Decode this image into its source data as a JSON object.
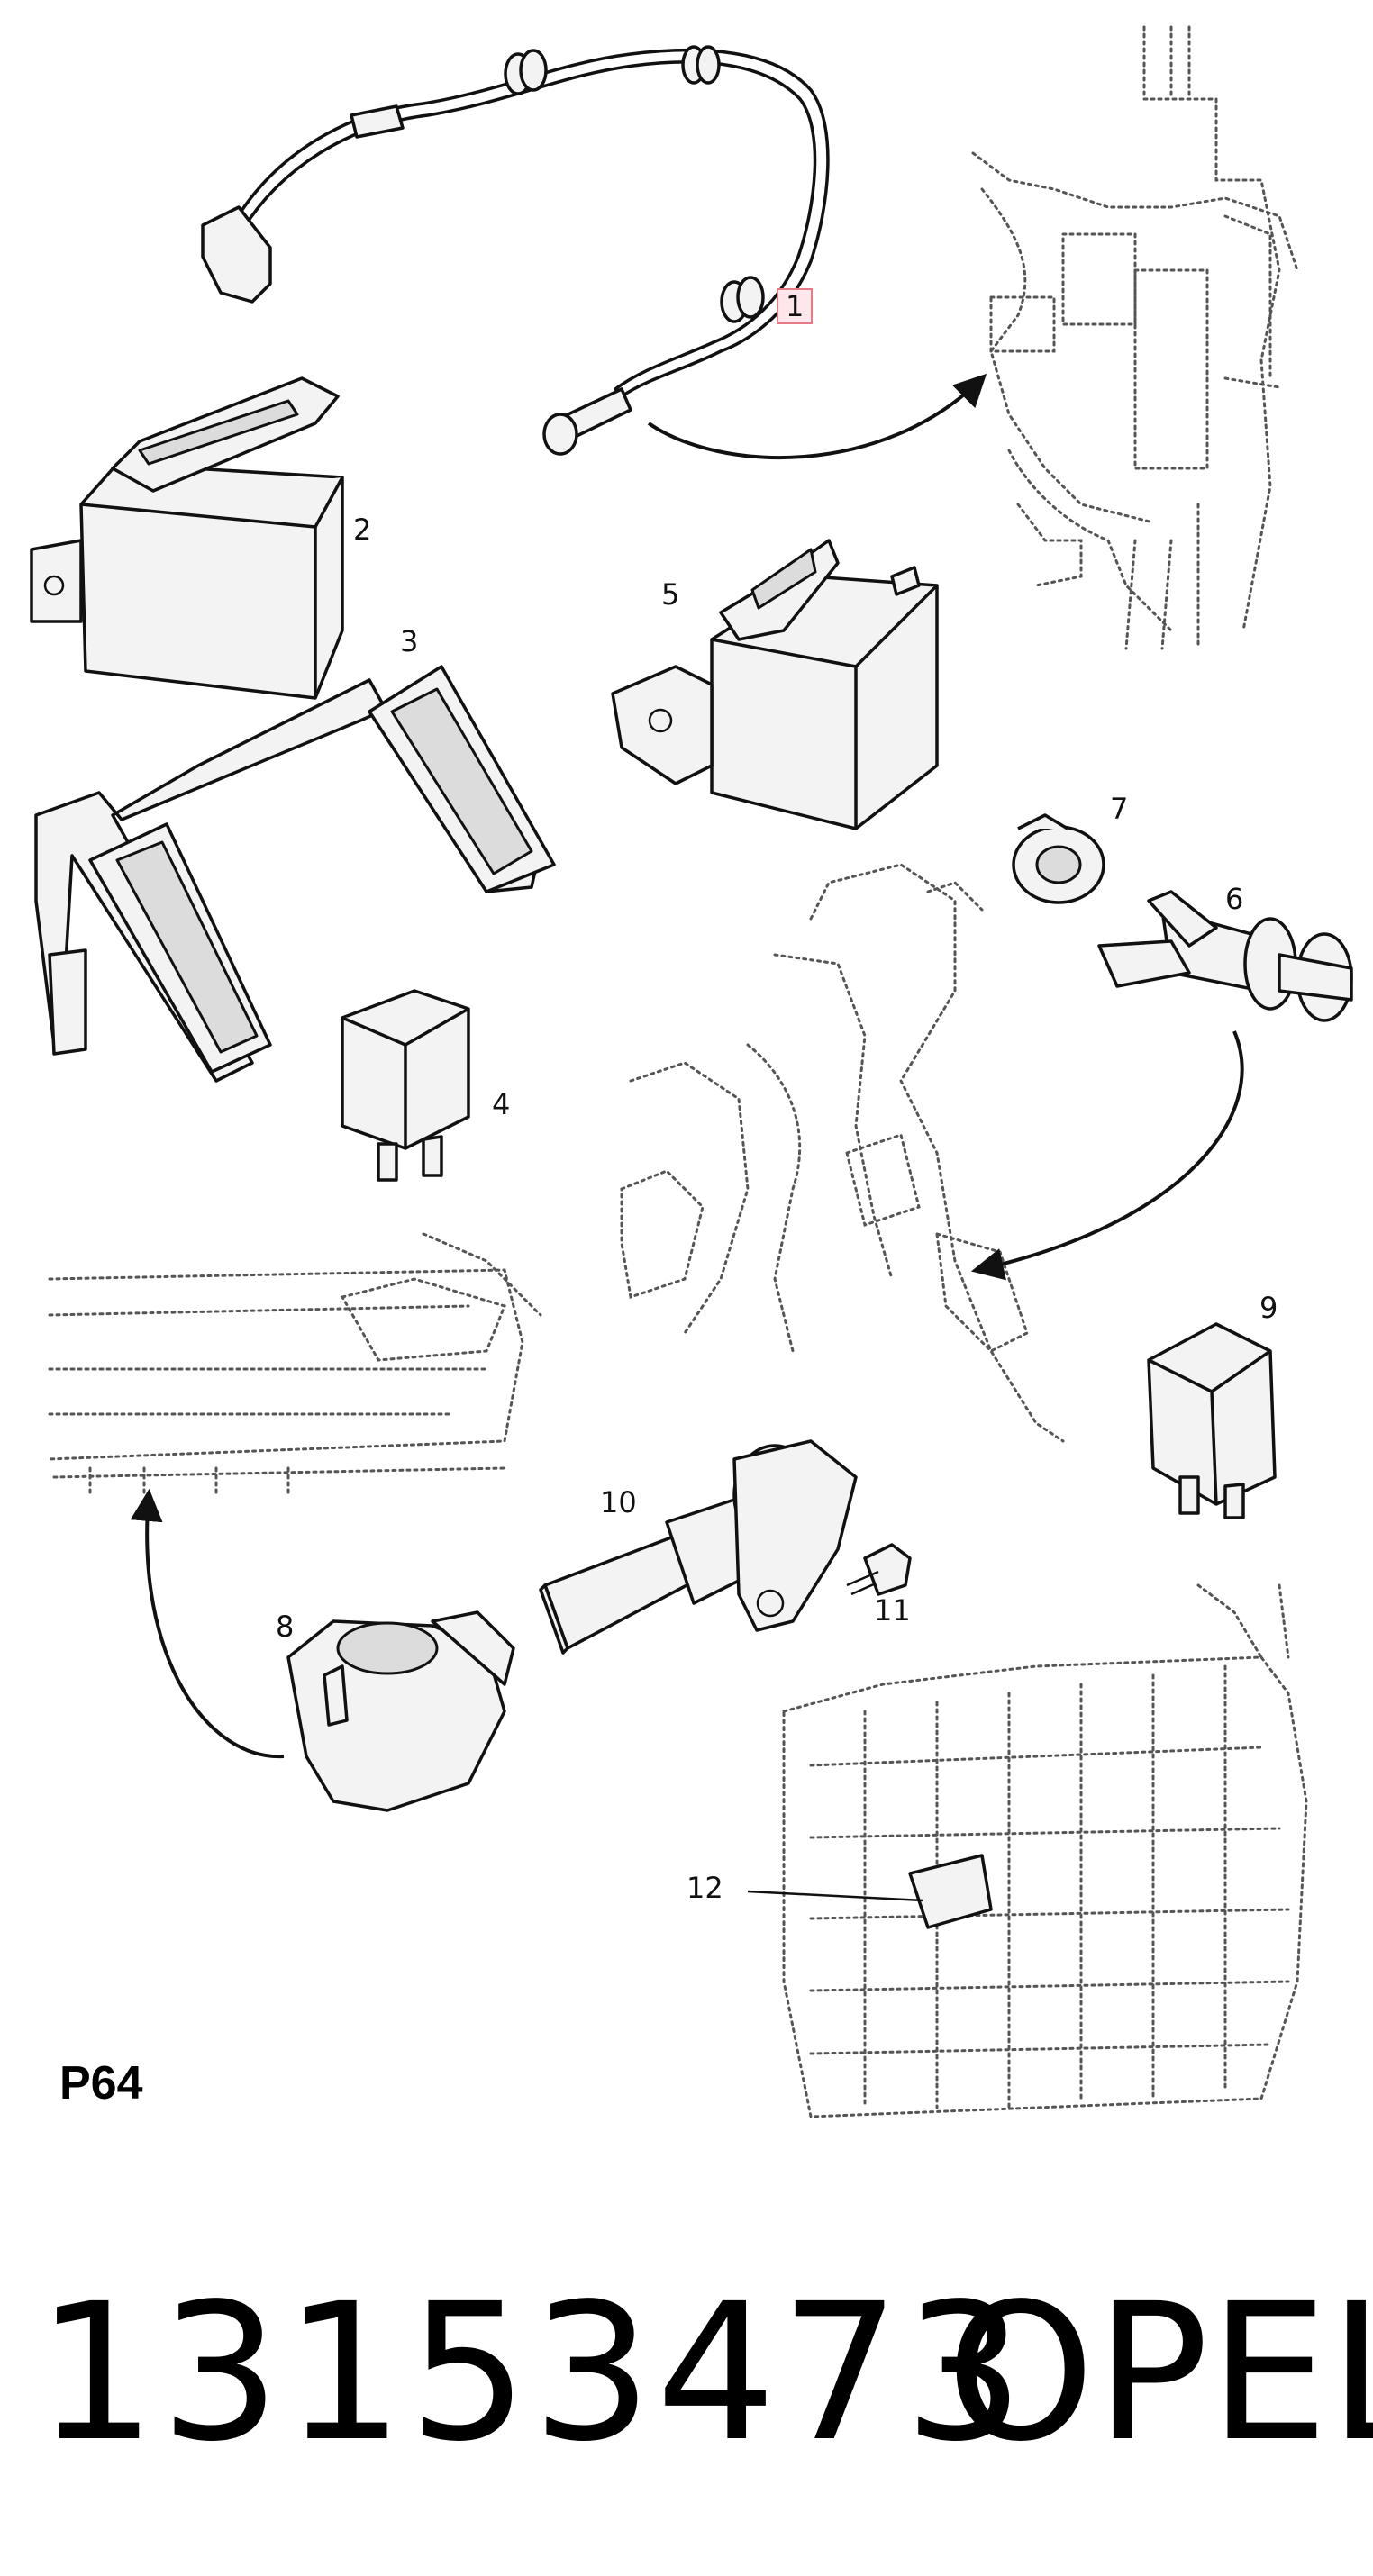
{
  "diagram": {
    "callouts": [
      {
        "id": "1",
        "text": "1"
      },
      {
        "id": "2",
        "text": "2"
      },
      {
        "id": "3",
        "text": "3"
      },
      {
        "id": "4",
        "text": "4"
      },
      {
        "id": "5",
        "text": "5"
      },
      {
        "id": "6",
        "text": "6"
      },
      {
        "id": "7",
        "text": "7"
      },
      {
        "id": "8",
        "text": "8"
      },
      {
        "id": "9",
        "text": "9"
      },
      {
        "id": "10",
        "text": "10"
      },
      {
        "id": "11",
        "text": "11"
      },
      {
        "id": "12",
        "text": "12"
      }
    ],
    "highlight_color": "#fde7ea",
    "highlight_border": "#e57b86"
  },
  "page_code": "P64",
  "part_number": "13153473",
  "brand": "OPEL"
}
